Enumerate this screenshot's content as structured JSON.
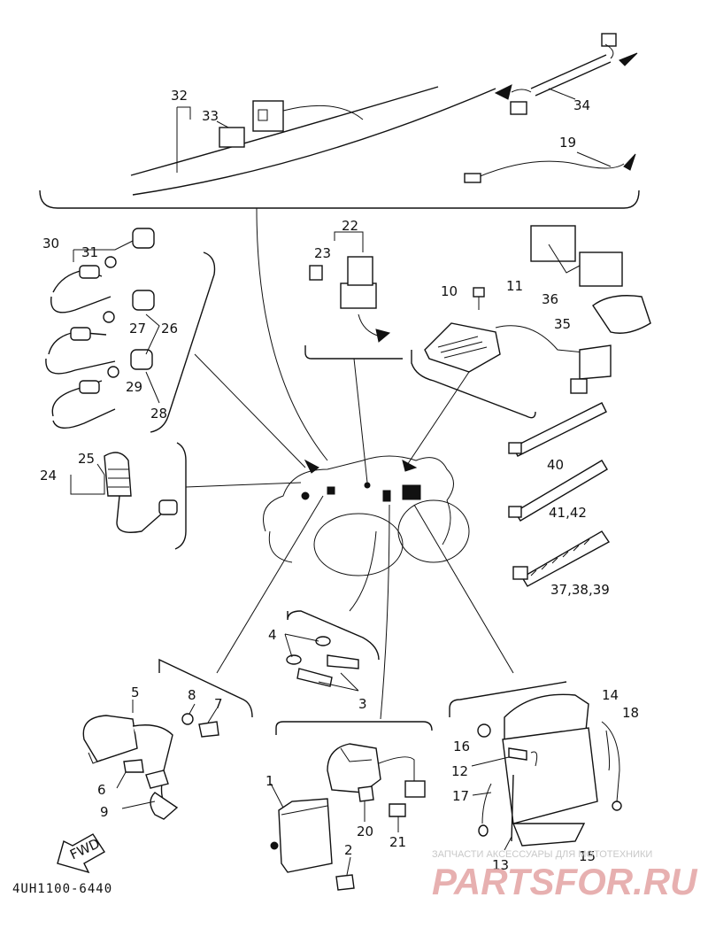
{
  "diagram": {
    "code": "4UH1100-6440",
    "fwd_label": "FWD",
    "watermark": {
      "text": "ЗАПЧАСТИ АКСЕССУАРЫ ДЛЯ МОТОТЕХНИКИ",
      "logo": "PARTSFOR.RU",
      "color": "#e3a3a3"
    },
    "callouts": [
      {
        "id": "c32",
        "text": "32"
      },
      {
        "id": "c33",
        "text": "33"
      },
      {
        "id": "c34",
        "text": "34"
      },
      {
        "id": "c19",
        "text": "19"
      },
      {
        "id": "c22",
        "text": "22"
      },
      {
        "id": "c23",
        "text": "23"
      },
      {
        "id": "c10",
        "text": "10"
      },
      {
        "id": "c11",
        "text": "11"
      },
      {
        "id": "c36",
        "text": "36"
      },
      {
        "id": "c35",
        "text": "35"
      },
      {
        "id": "c30",
        "text": "30"
      },
      {
        "id": "c31",
        "text": "31"
      },
      {
        "id": "c27",
        "text": "27"
      },
      {
        "id": "c26",
        "text": "26"
      },
      {
        "id": "c29",
        "text": "29"
      },
      {
        "id": "c28",
        "text": "28"
      },
      {
        "id": "c24",
        "text": "24"
      },
      {
        "id": "c25",
        "text": "25"
      },
      {
        "id": "c40",
        "text": "40"
      },
      {
        "id": "c41",
        "text": "41,42"
      },
      {
        "id": "c37",
        "text": "37,38,39"
      },
      {
        "id": "c4",
        "text": "4"
      },
      {
        "id": "c3",
        "text": "3"
      },
      {
        "id": "c5",
        "text": "5"
      },
      {
        "id": "c8",
        "text": "8"
      },
      {
        "id": "c7",
        "text": "7"
      },
      {
        "id": "c6",
        "text": "6"
      },
      {
        "id": "c9",
        "text": "9"
      },
      {
        "id": "c1",
        "text": "1"
      },
      {
        "id": "c20",
        "text": "20"
      },
      {
        "id": "c21",
        "text": "21"
      },
      {
        "id": "c2",
        "text": "2"
      },
      {
        "id": "c14",
        "text": "14"
      },
      {
        "id": "c18",
        "text": "18"
      },
      {
        "id": "c16",
        "text": "16"
      },
      {
        "id": "c12",
        "text": "12"
      },
      {
        "id": "c17",
        "text": "17"
      },
      {
        "id": "c13",
        "text": "13"
      },
      {
        "id": "c15",
        "text": "15"
      }
    ]
  }
}
